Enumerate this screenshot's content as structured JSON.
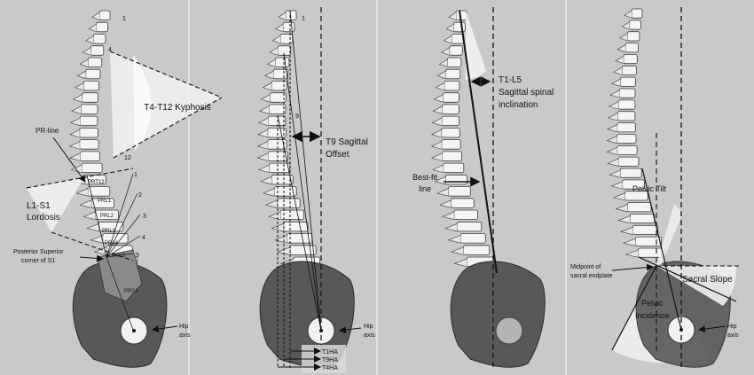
{
  "panels": [
    {
      "vertebra_numbers": [
        "1",
        "4",
        "12"
      ],
      "lumbar_numbers": [
        "1",
        "2",
        "3",
        "4",
        "5"
      ],
      "pr_labels": [
        "PRT12",
        "PRL1",
        "PRL2",
        "PRL3",
        "PRL4",
        "PRL5",
        "PRS1"
      ],
      "kyphosis_label": "T4-T12 Kyphosis",
      "pr_line_label": "PR-line",
      "lordosis_label_line1": "L1-S1",
      "lordosis_label_line2": "Lordosis",
      "posterior_label_line1": "Posterior Superior",
      "posterior_label_line2": "corner of S1",
      "hip_label_line1": "Hip",
      "hip_label_line2": "axis"
    },
    {
      "vertebra_numbers": [
        "1",
        "9"
      ],
      "offset_label_line1": "T9 Sagittal",
      "offset_label_line2": "Offset",
      "hip_label_line1": "Hip",
      "hip_label_line2": "axis",
      "ha_labels": [
        "T1HA",
        "T9HA",
        "T4HA"
      ]
    },
    {
      "inclination_label_line1": "T1-L5",
      "inclination_label_line2": "Sagittal spinal",
      "inclination_label_line3": "inclination",
      "bestfit_label_line1": "Best-fit",
      "bestfit_label_line2": "line"
    },
    {
      "pelvic_tilt_label": "Pelvic Tilt",
      "midpoint_label_line1": "Midpoint of",
      "midpoint_label_line2": "sacral endplate",
      "sacral_slope_label": "Sacral Slope",
      "incidence_label_line1": "Pelvic",
      "incidence_label_line2": "Incidence",
      "hip_label_line1": "Hip",
      "hip_label_line2": "axis"
    }
  ]
}
